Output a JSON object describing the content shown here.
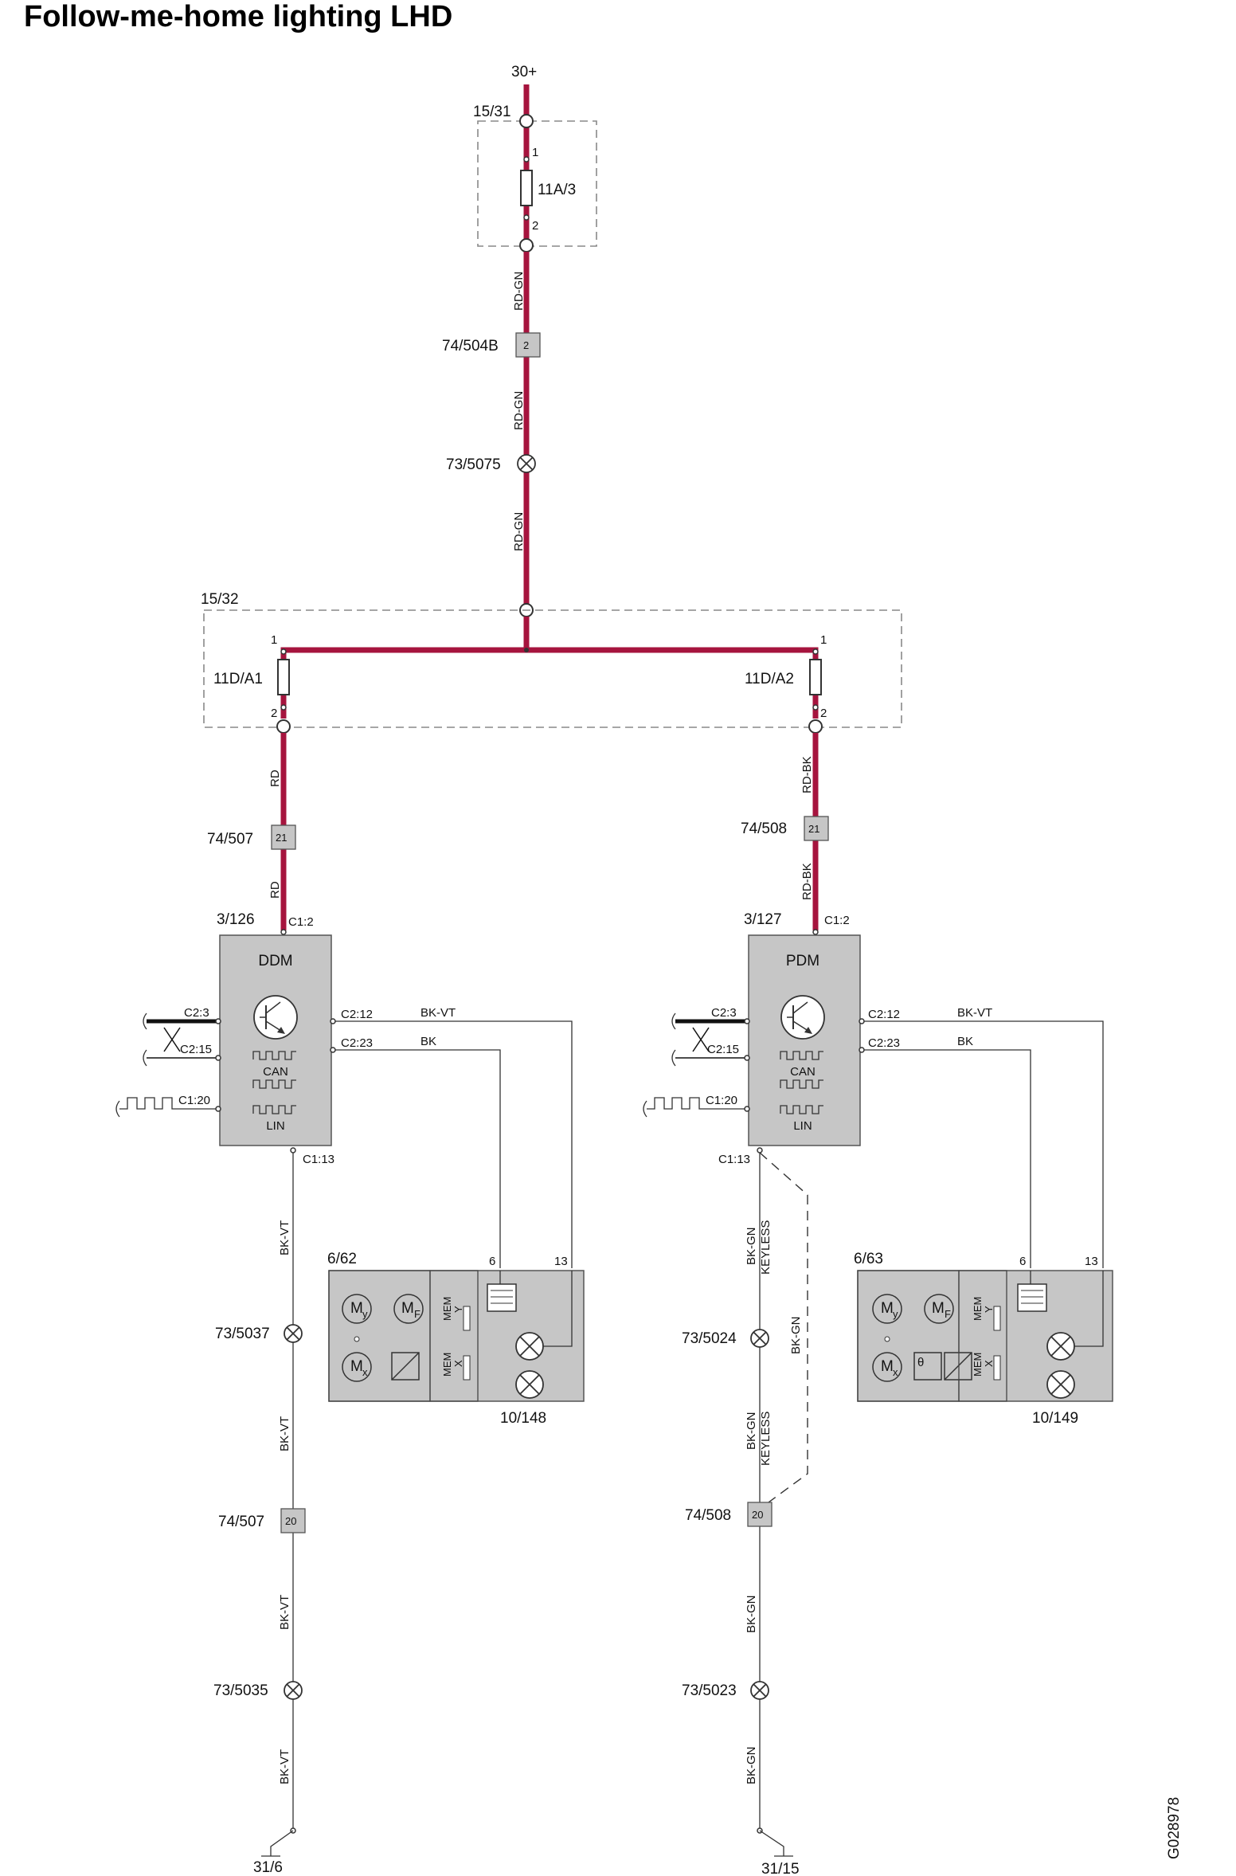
{
  "title": "Follow-me-home lighting LHD",
  "supply": "30+",
  "fusebox_top": "15/31",
  "fuse_top": {
    "label": "11A/3",
    "pin_in": "1",
    "pin_out": "2"
  },
  "wires": {
    "rd_gn": "RD-GN",
    "rd": "RD",
    "rd_bk": "RD-BK",
    "bk_vt": "BK-VT",
    "bk": "BK",
    "bk_gn": "BK-GN",
    "keyless": "KEYLESS"
  },
  "connector_504b": {
    "label": "74/504B",
    "pin": "2"
  },
  "splice_5075": "73/5075",
  "fusebox_mid": "15/32",
  "fuse_left": {
    "label": "11D/A1",
    "pin_in": "1",
    "pin_out": "2"
  },
  "fuse_right": {
    "label": "11D/A2",
    "pin_in": "1",
    "pin_out": "2"
  },
  "left": {
    "conn_top": {
      "label": "74/507",
      "pin": "21"
    },
    "module_ref": "3/126",
    "module_name": "DDM",
    "pin_power": "C1:2",
    "pin_c23": "C2:3",
    "pin_c215": "C2:15",
    "pin_c120": "C1:20",
    "pin_c212": "C2:12",
    "pin_c223": "C2:23",
    "pin_c113": "C1:13",
    "can": "CAN",
    "lin": "LIN",
    "mirror_ref": "6/62",
    "mirror_lamp": "10/148",
    "pin6": "6",
    "pin13": "13",
    "splice_a": "73/5037",
    "conn_bottom": {
      "label": "74/507",
      "pin": "20"
    },
    "splice_b": "73/5035",
    "ground": "31/6"
  },
  "right": {
    "conn_top": {
      "label": "74/508",
      "pin": "21"
    },
    "module_ref": "3/127",
    "module_name": "PDM",
    "pin_power": "C1:2",
    "pin_c23": "C2:3",
    "pin_c215": "C2:15",
    "pin_c120": "C1:20",
    "pin_c212": "C2:12",
    "pin_c223": "C2:23",
    "pin_c113": "C1:13",
    "can": "CAN",
    "lin": "LIN",
    "mirror_ref": "6/63",
    "mirror_lamp": "10/149",
    "pin6": "6",
    "pin13": "13",
    "splice_a": "73/5024",
    "conn_bottom": {
      "label": "74/508",
      "pin": "20"
    },
    "splice_b": "73/5023",
    "ground": "31/15"
  },
  "mirror_symbols": {
    "my": "M",
    "my_sub": "y",
    "mf": "M",
    "mf_sub": "F",
    "mx": "M",
    "mx_sub": "x",
    "theta": "θ",
    "mem": "MEM",
    "y": "Y",
    "x": "X"
  },
  "drawing_id": "G028978"
}
